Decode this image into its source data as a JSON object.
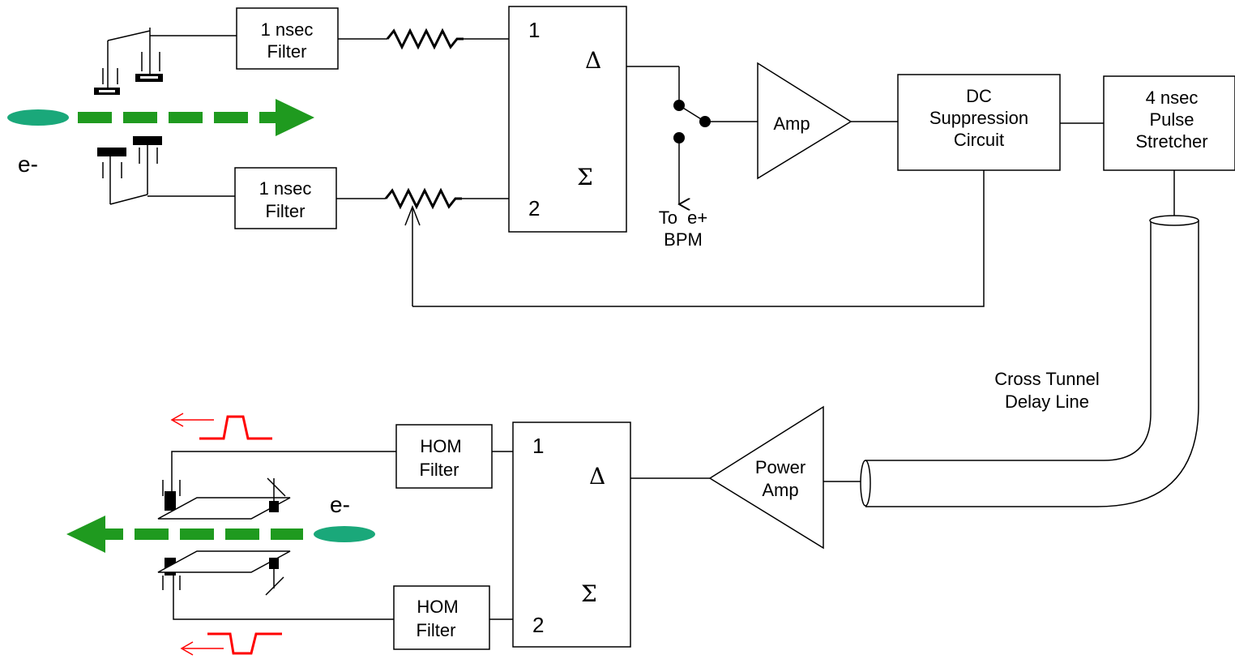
{
  "top_chain": {
    "electron_label": "e-",
    "filter_upper": [
      "1 nsec",
      "Filter"
    ],
    "filter_lower": [
      "1 nsec",
      "Filter"
    ],
    "hybrid": {
      "port1": "1",
      "port2": "2",
      "delta": "Δ",
      "sigma": "Σ"
    },
    "switch_output": [
      "To  e+",
      "BPM"
    ],
    "amp": "Amp",
    "dc_suppression": [
      "DC",
      "Suppression",
      "Circuit"
    ],
    "pulse_stretcher": [
      "4 nsec",
      "Pulse",
      "Stretcher"
    ]
  },
  "delay_line": [
    "Cross Tunnel",
    "Delay Line"
  ],
  "bottom_chain": {
    "power_amp": [
      "Power",
      "Amp"
    ],
    "hybrid": {
      "port1": "1",
      "port2": "2",
      "delta": "Δ",
      "sigma": "Σ"
    },
    "hom_filter_upper": [
      "HOM",
      "Filter"
    ],
    "hom_filter_lower": [
      "HOM",
      "Filter"
    ],
    "electron_label": "e-"
  },
  "colors": {
    "beam": "#1f9a1f",
    "bunch": "#1aa87a",
    "pulse": "#ff0000",
    "line": "#000000"
  }
}
